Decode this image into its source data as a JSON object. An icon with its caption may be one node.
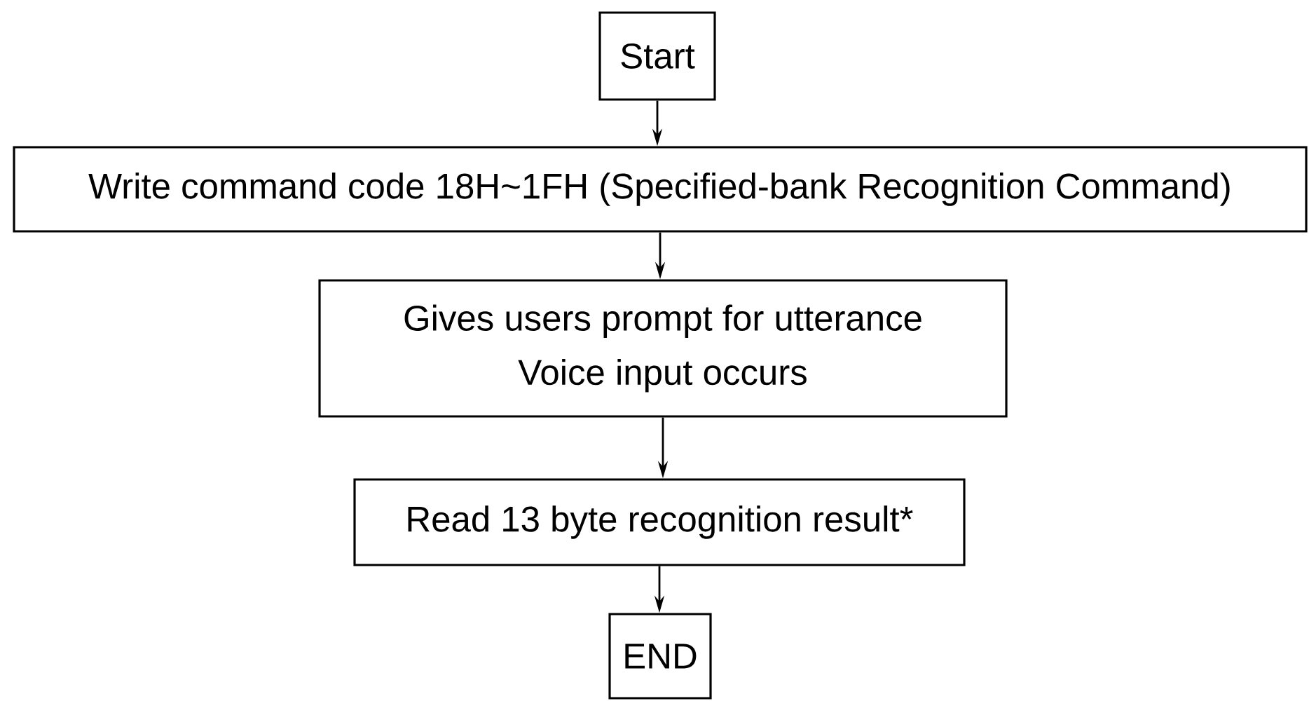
{
  "diagram": {
    "nodes": [
      {
        "text": [
          "Start"
        ]
      },
      {
        "text": [
          "Write command code 18H~1FH (Specified-bank Recognition Command)"
        ]
      },
      {
        "text": [
          "Gives users prompt for utterance",
          "Voice input occurs"
        ]
      },
      {
        "text": [
          "Read 13 byte recognition result*"
        ]
      },
      {
        "text": [
          "END"
        ]
      }
    ],
    "edges": [
      {
        "from": 0,
        "to": 1,
        "arrow": "to"
      },
      {
        "from": 1,
        "to": 2,
        "arrow": "to"
      },
      {
        "from": 2,
        "to": 3,
        "arrow": "to"
      },
      {
        "from": 3,
        "to": 4,
        "arrow": "to"
      }
    ]
  }
}
